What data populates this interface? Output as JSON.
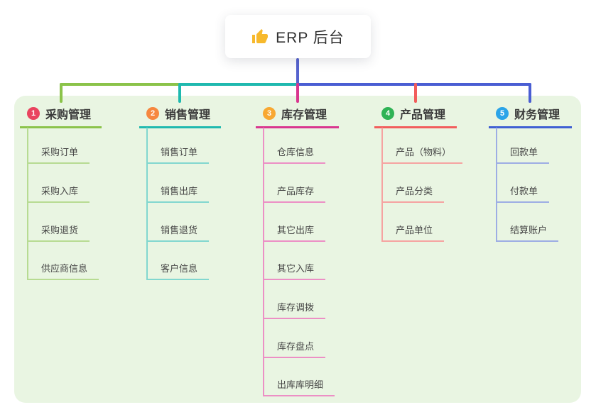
{
  "root": {
    "icon": "thumbs-up-icon",
    "label": "ERP 后台"
  },
  "branches": [
    {
      "num": "1",
      "title": "采购管理",
      "color": "#8bc34a",
      "light_color": "#b7db92",
      "badge_color": "#e9445f",
      "children": [
        "采购订单",
        "采购入库",
        "采购退货",
        "供应商信息"
      ]
    },
    {
      "num": "2",
      "title": "销售管理",
      "color": "#1fb9af",
      "light_color": "#82d7cf",
      "badge_color": "#f6873f",
      "children": [
        "销售订单",
        "销售出库",
        "销售退货",
        "客户信息"
      ]
    },
    {
      "num": "3",
      "title": "库存管理",
      "color": "#d9368f",
      "light_color": "#ec8fc5",
      "badge_color": "#f8a832",
      "children": [
        "仓库信息",
        "产品库存",
        "其它出库",
        "其它入库",
        "库存调拨",
        "库存盘点",
        "出库库明细"
      ]
    },
    {
      "num": "4",
      "title": "产品管理",
      "color": "#f25d5c",
      "light_color": "#f6a3a1",
      "badge_color": "#2fb355",
      "children": [
        "产品（物料）",
        "产品分类",
        "产品单位"
      ]
    },
    {
      "num": "5",
      "title": "财务管理",
      "color": "#3f5fd3",
      "light_color": "#9dade4",
      "badge_color": "#2ba4e8",
      "children": [
        "回款单",
        "付款单",
        "结算账户"
      ]
    }
  ],
  "connectors": {
    "root_stem_color": "#5663cf",
    "bus_left_color": "#8bc34a",
    "bus_mid_color": "#1fb9af",
    "bus_right_color": "#4a5ed3"
  },
  "panel_color": "#e9f5e2"
}
